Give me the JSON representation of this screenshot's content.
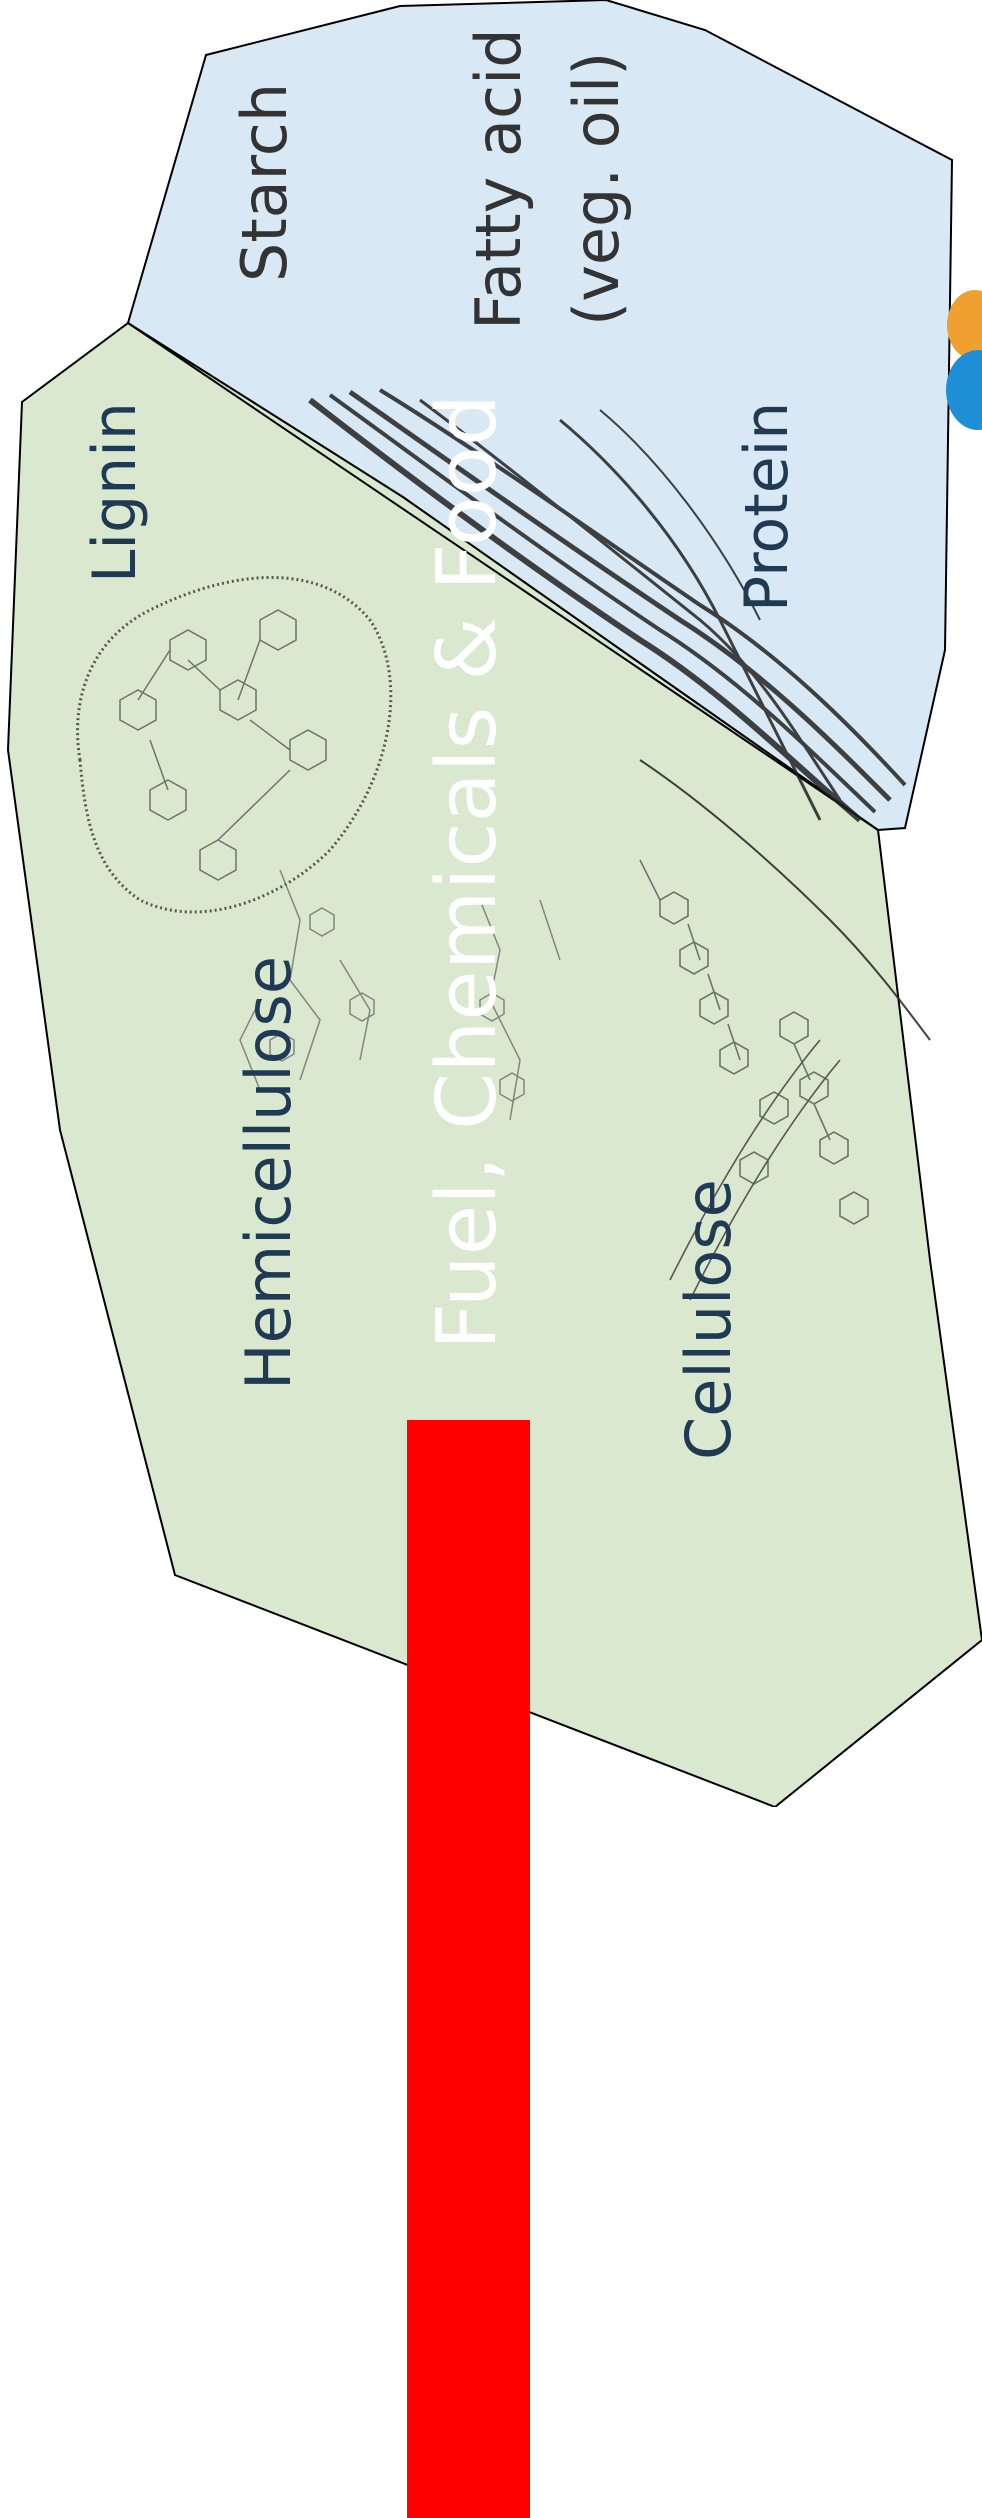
{
  "regions": {
    "lignocellulose_fill": "#d9e8cf",
    "edible_fill": "#d8e9f5",
    "outline": "#000000"
  },
  "labels": {
    "starch": "Starch",
    "fatty_acid": "Fatty acid",
    "veg_oil": "(veg. oil)",
    "lignin": "Lignin",
    "protein": "Protein",
    "hemicellulose": "Hemicellulose",
    "cellulose": "Cellulose"
  },
  "center": {
    "text": "Fuel, Chemicals & Food",
    "background": "#ff0000",
    "color": "#ffffff"
  },
  "label_color": "#1f3a52",
  "logo": {
    "icon": "leaf-logo-icon",
    "colors": [
      "#f0a030",
      "#1e8fd6"
    ]
  }
}
